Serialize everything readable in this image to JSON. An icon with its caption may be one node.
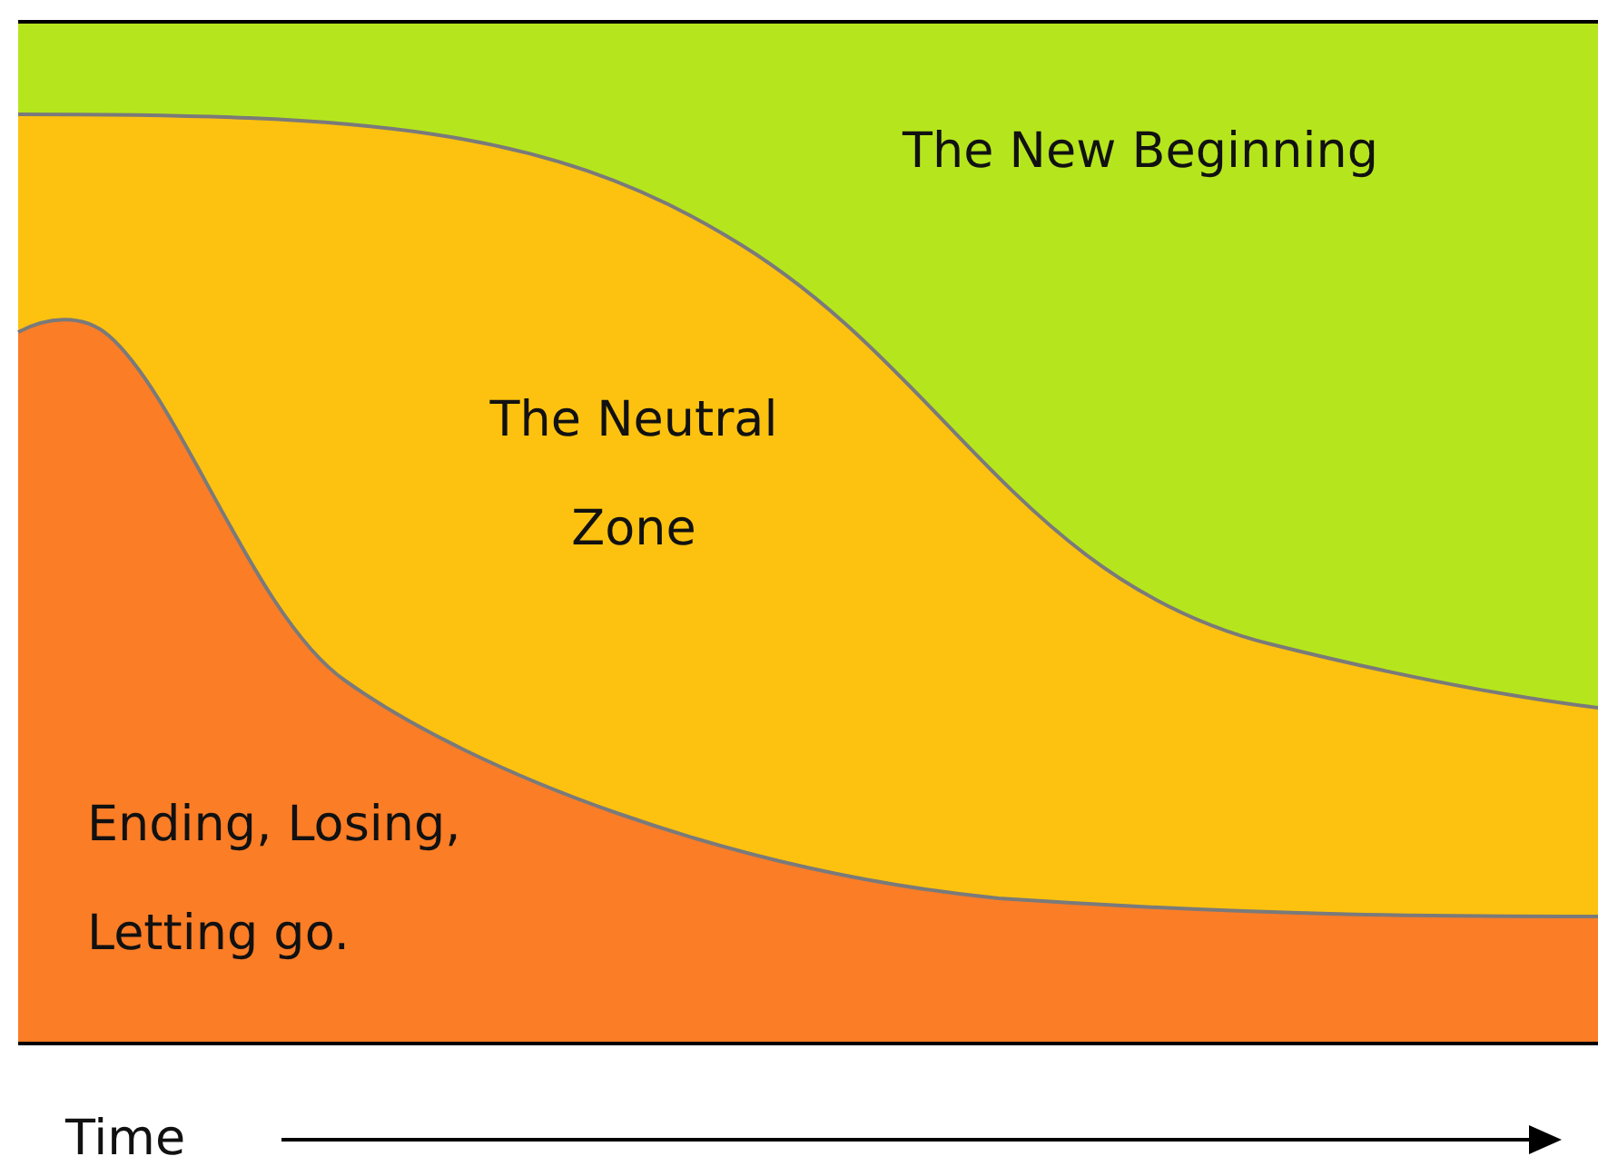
{
  "diagram": {
    "nodes": [
      {
        "text": [
          "The New Beginning"
        ]
      },
      {
        "text": [
          "The Neutral Zone"
        ]
      },
      {
        "text": [
          "Ending, Losing, Letting go."
        ]
      }
    ],
    "edges": [],
    "labels": [
      "Time"
    ]
  }
}
